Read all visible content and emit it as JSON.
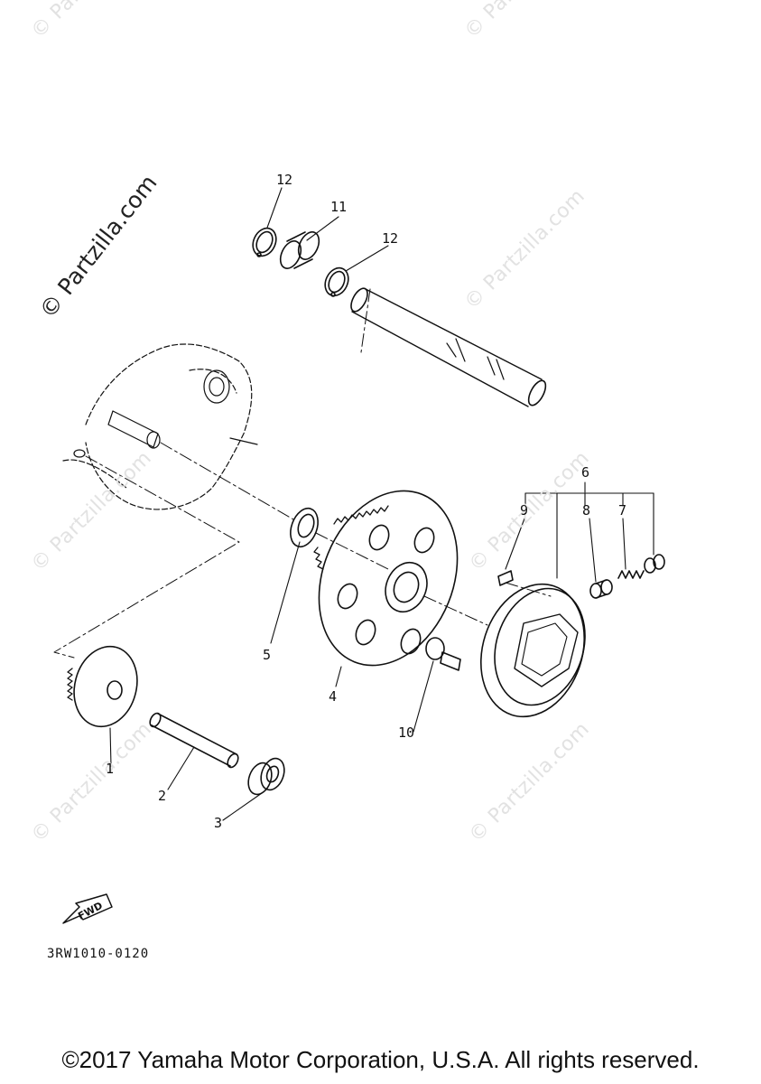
{
  "watermark": {
    "text": "© Partzilla.com"
  },
  "callouts": {
    "c1": "1",
    "c2": "2",
    "c3": "3",
    "c4": "4",
    "c5": "5",
    "c6": "6",
    "c7": "7",
    "c8": "8",
    "c9": "9",
    "c10": "10",
    "c11": "11",
    "c12a": "12",
    "c12b": "12"
  },
  "fwd_label": "FWD",
  "diagram_code": "3RW1010-0120",
  "copyright": "©2017 Yamaha Motor Corporation, U.S.A. All rights reserved."
}
